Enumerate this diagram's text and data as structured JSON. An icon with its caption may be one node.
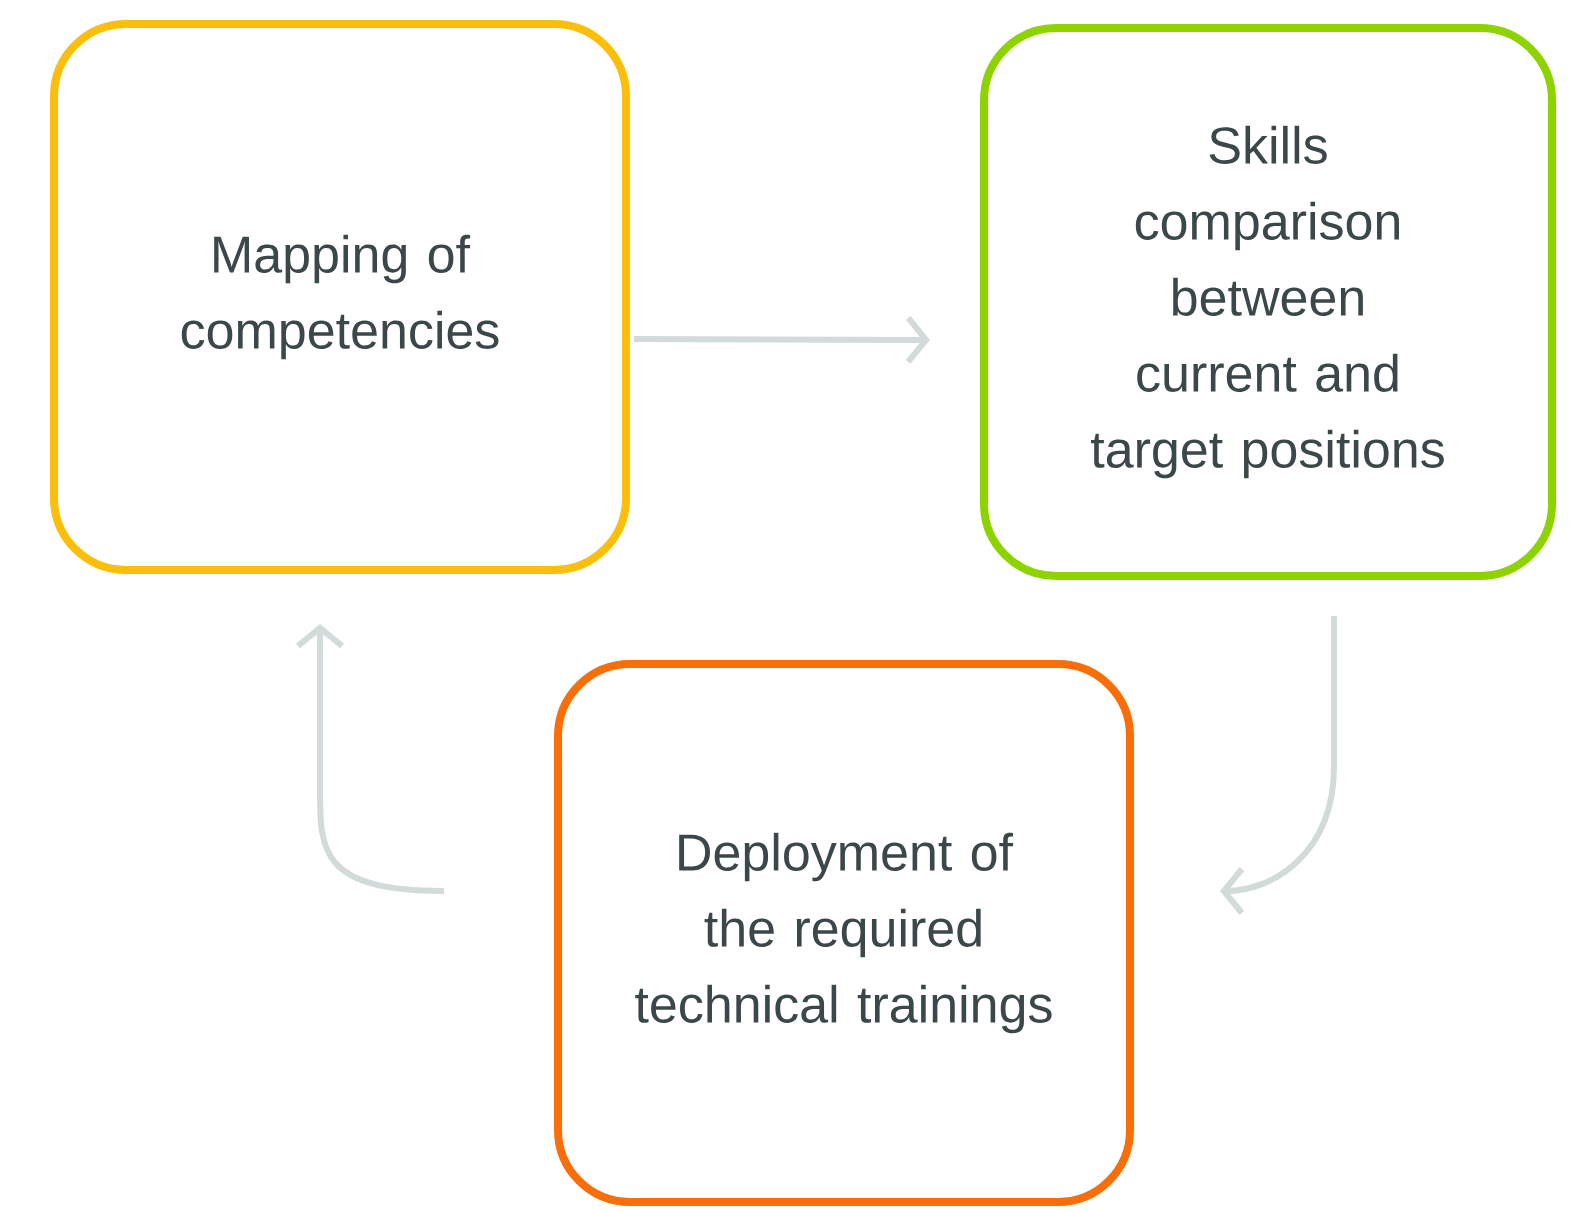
{
  "diagram": {
    "nodes": [
      {
        "text": [
          "Mapping of competencies"
        ]
      },
      {
        "text": [
          "Skills comparison between current and target positions"
        ]
      },
      {
        "text": [
          "Deployment of the required technical trainings"
        ]
      }
    ],
    "edges": [
      {
        "from": 0,
        "to": 1,
        "arrow": "to"
      },
      {
        "from": 1,
        "to": 2,
        "arrow": "to"
      },
      {
        "from": 2,
        "to": 0,
        "arrow": "to"
      }
    ]
  }
}
